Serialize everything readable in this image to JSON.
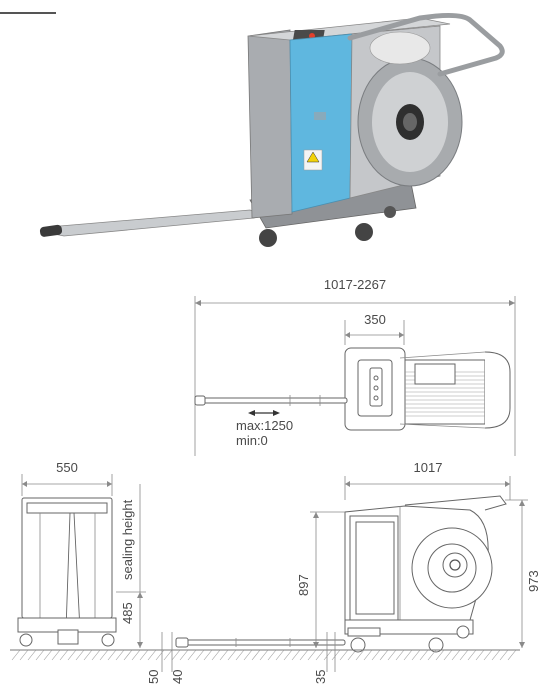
{
  "labels": {
    "overall_length": "1017-2267",
    "top_width": "350",
    "handle_range_max": "max:1250",
    "handle_range_min": "min:0",
    "front_width": "550",
    "side_length": "1017",
    "sealing_height_label": "sealing height",
    "sealing_height_value": "485",
    "body_height": "897",
    "total_height": "973",
    "gap_50": "50",
    "gap_40": "40",
    "gap_35": "35"
  },
  "colors": {
    "machine_panel": "#5fb7df",
    "machine_body": "#b9bcc0",
    "line": "#8a8a8a"
  }
}
